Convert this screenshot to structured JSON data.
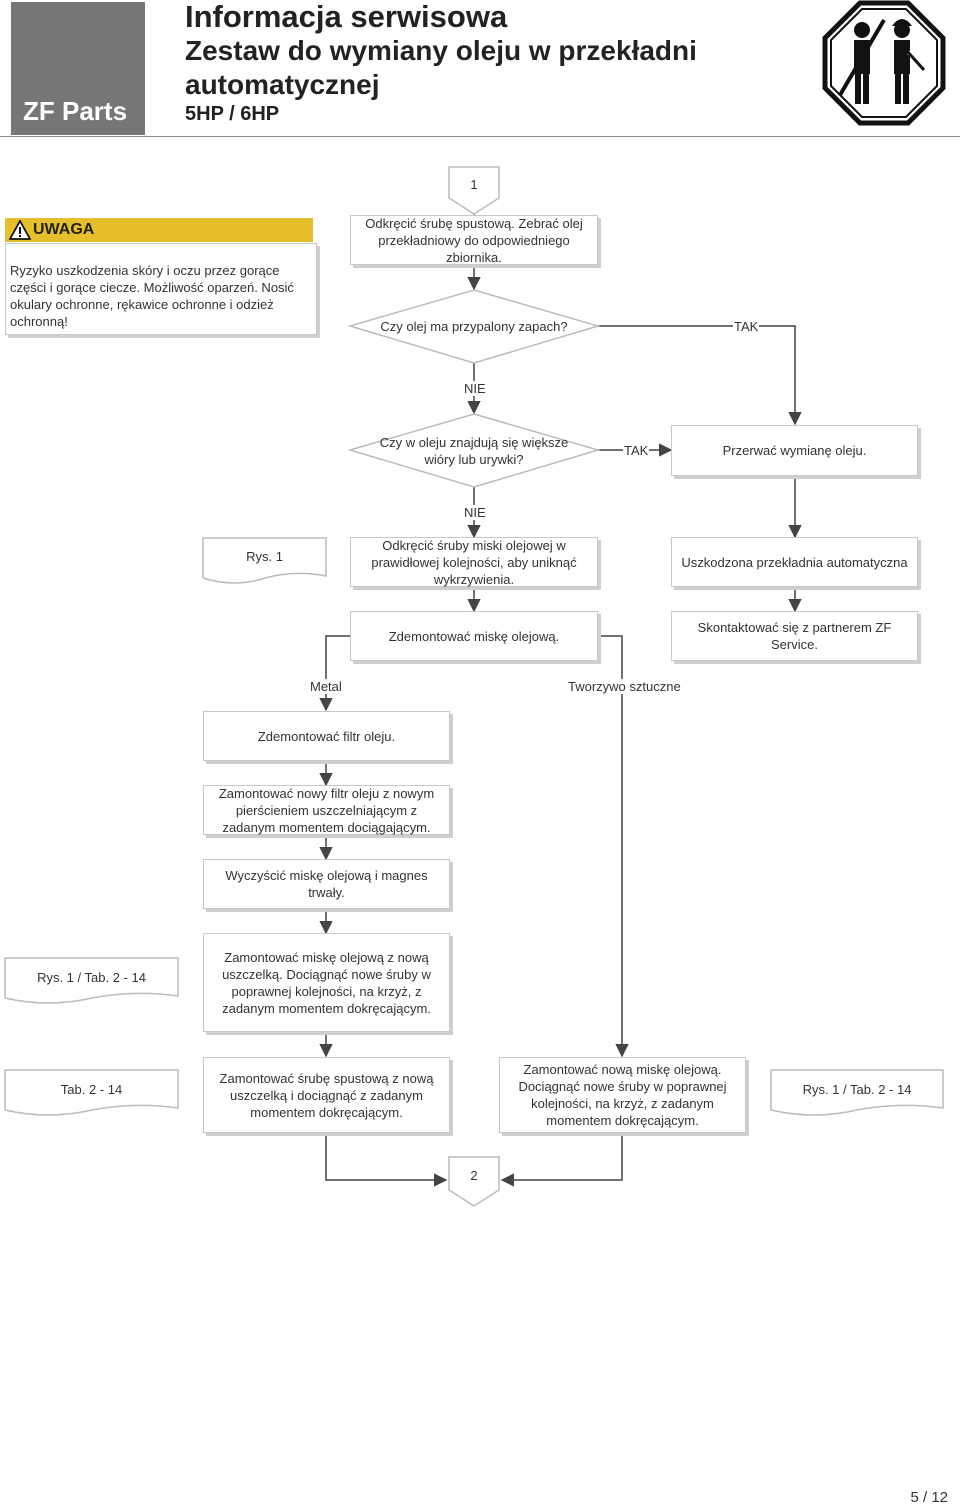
{
  "header": {
    "logo": "ZF Parts",
    "title": "Informacja serwisowa",
    "subtitle": "Zestaw do wymiany oleju w przekładni automatycznej",
    "model": "5HP / 6HP",
    "sign_icon": "mechanic-warning-sign-icon"
  },
  "warning": {
    "label": "UWAGA",
    "text": "Ryzyko uszkodzenia skóry i oczu przez gorące części i gorące ciecze. Możliwość oparzeń. Nosić okulary ochronne, rękawice ochronne i odzież ochronną!"
  },
  "flow": {
    "start": "1",
    "step1": "Odkręcić śrubę spustową. Zebrać olej przekładniowy do odpowiedniego zbiornika.",
    "q1": "Czy olej ma przypalony zapach?",
    "q2": "Czy w oleju znajdują się większe wióry lub urywki?",
    "yes": "TAK",
    "no": "NIE",
    "stop": "Przerwać wymianę oleju.",
    "damaged": "Uszkodzona przekładnia automatyczna",
    "contact": "Skontaktować się z partnerem ZF Service.",
    "step2": "Odkręcić śruby miski olejowej w prawidłowej kolejności, aby uniknąć wykrzywienia.",
    "ref1": "Rys. 1",
    "step3": "Zdemontować miskę olejową.",
    "metal": "Metal",
    "plastic": "Tworzywo sztuczne",
    "m1": "Zdemontować filtr oleju.",
    "m2": "Zamontować nowy filtr oleju z nowym pierścieniem uszczelniającym z zadanym momentem dociągającym.",
    "m3": "Wyczyścić miskę olejową i magnes trwały.",
    "m4": "Zamontować miskę olejową z nową uszczelką. Dociągnąć nowe śruby w poprawnej kolejności, na krzyż, z zadanym momentem dokręcającym.",
    "ref2": "Rys. 1 / Tab. 2 - 14",
    "m5": "Zamontować śrubę spustową z nową uszczelką i dociągnąć z zadanym momentem dokręcającym.",
    "ref3": "Tab. 2 - 14",
    "p1": "Zamontować nową miskę olejową. Dociągnąć nowe śruby w poprawnej kolejności, na krzyż, z zadanym momentem dokręcającym.",
    "ref4": "Rys. 1 / Tab. 2 - 14",
    "end": "2"
  },
  "footer": {
    "page": "5 / 12"
  }
}
